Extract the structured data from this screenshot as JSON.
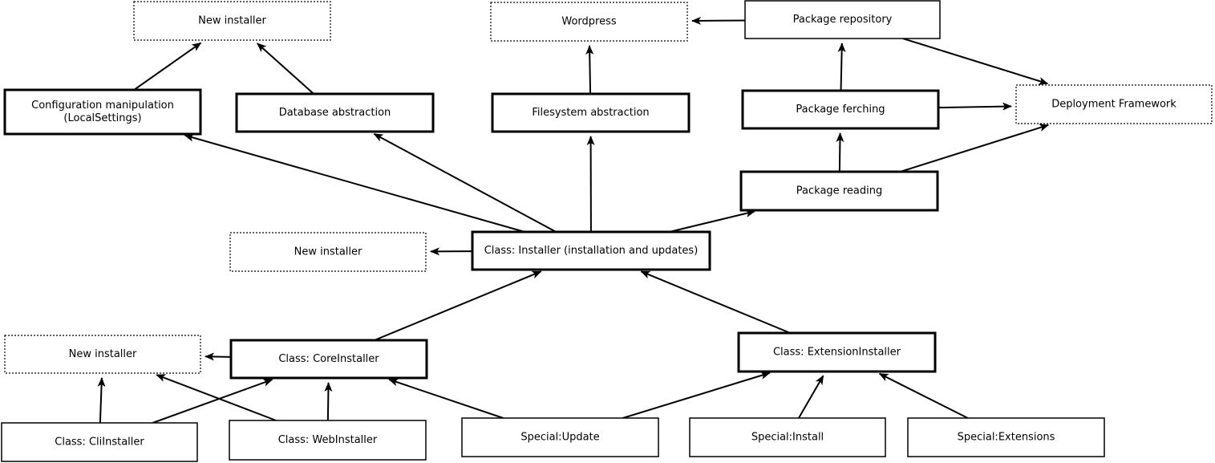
{
  "nodes": [
    {
      "id": "new-installer-top",
      "lines": [
        "New installer"
      ],
      "style": "dotted"
    },
    {
      "id": "wordpress",
      "lines": [
        "Wordpress"
      ],
      "style": "dotted"
    },
    {
      "id": "package-repository",
      "lines": [
        "Package repository"
      ],
      "style": "thin"
    },
    {
      "id": "config-manipulation",
      "lines": [
        "Configuration manipulation",
        "(LocalSettings)"
      ],
      "style": "thick"
    },
    {
      "id": "database-abstraction",
      "lines": [
        "Database abstraction"
      ],
      "style": "thick"
    },
    {
      "id": "filesystem-abstraction",
      "lines": [
        "Filesystem abstraction"
      ],
      "style": "thick"
    },
    {
      "id": "package-fetching",
      "lines": [
        "Package ferching"
      ],
      "style": "thick"
    },
    {
      "id": "deployment-framework",
      "lines": [
        "Deployment Framework"
      ],
      "style": "dotted"
    },
    {
      "id": "package-reading",
      "lines": [
        "Package reading"
      ],
      "style": "thick"
    },
    {
      "id": "new-installer-middle",
      "lines": [
        "New installer"
      ],
      "style": "dotted"
    },
    {
      "id": "installer-class",
      "lines": [
        "Class: Installer (installation and updates)"
      ],
      "style": "thick"
    },
    {
      "id": "new-installer-bottom",
      "lines": [
        "New installer"
      ],
      "style": "dotted"
    },
    {
      "id": "core-installer",
      "lines": [
        "Class: CoreInstaller"
      ],
      "style": "thick"
    },
    {
      "id": "extension-installer",
      "lines": [
        "Class: ExtensionInstaller"
      ],
      "style": "thick"
    },
    {
      "id": "cli-installer",
      "lines": [
        "Class: CliInstaller"
      ],
      "style": "thin"
    },
    {
      "id": "web-installer",
      "lines": [
        "Class: WebInstaller"
      ],
      "style": "thin"
    },
    {
      "id": "special-update",
      "lines": [
        "Special:Update"
      ],
      "style": "thin"
    },
    {
      "id": "special-install",
      "lines": [
        "Special:Install"
      ],
      "style": "thin"
    },
    {
      "id": "special-extensions",
      "lines": [
        "Special:Extensions"
      ],
      "style": "thin"
    }
  ],
  "edges": [
    [
      "config-manipulation",
      "new-installer-top"
    ],
    [
      "database-abstraction",
      "new-installer-top"
    ],
    [
      "filesystem-abstraction",
      "wordpress"
    ],
    [
      "package-repository",
      "wordpress"
    ],
    [
      "package-fetching",
      "package-repository"
    ],
    [
      "package-repository",
      "deployment-framework"
    ],
    [
      "package-fetching",
      "deployment-framework"
    ],
    [
      "package-reading",
      "package-fetching"
    ],
    [
      "package-reading",
      "deployment-framework"
    ],
    [
      "installer-class",
      "config-manipulation"
    ],
    [
      "installer-class",
      "database-abstraction"
    ],
    [
      "installer-class",
      "filesystem-abstraction"
    ],
    [
      "installer-class",
      "package-reading"
    ],
    [
      "installer-class",
      "new-installer-middle"
    ],
    [
      "core-installer",
      "installer-class"
    ],
    [
      "extension-installer",
      "installer-class"
    ],
    [
      "core-installer",
      "new-installer-bottom"
    ],
    [
      "cli-installer",
      "new-installer-bottom"
    ],
    [
      "cli-installer",
      "core-installer"
    ],
    [
      "web-installer",
      "new-installer-bottom"
    ],
    [
      "web-installer",
      "core-installer"
    ],
    [
      "special-update",
      "core-installer"
    ],
    [
      "special-update",
      "extension-installer"
    ],
    [
      "special-install",
      "extension-installer"
    ],
    [
      "special-extensions",
      "extension-installer"
    ]
  ]
}
